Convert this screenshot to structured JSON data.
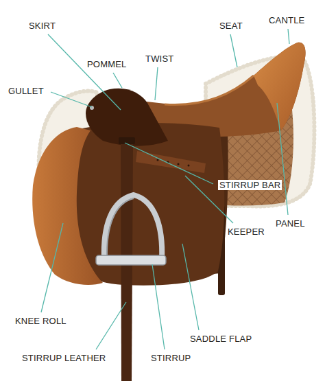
{
  "diagram": {
    "labels": [
      "SKIRT",
      "SEAT",
      "CANTLE",
      "POMMEL",
      "TWIST",
      "GULLET",
      "STIRRUP BAR",
      "KEEPER",
      "PANEL",
      "KNEE ROLL",
      "SADDLE FLAP",
      "STIRRUP LEATHER",
      "STIRRUP"
    ]
  }
}
